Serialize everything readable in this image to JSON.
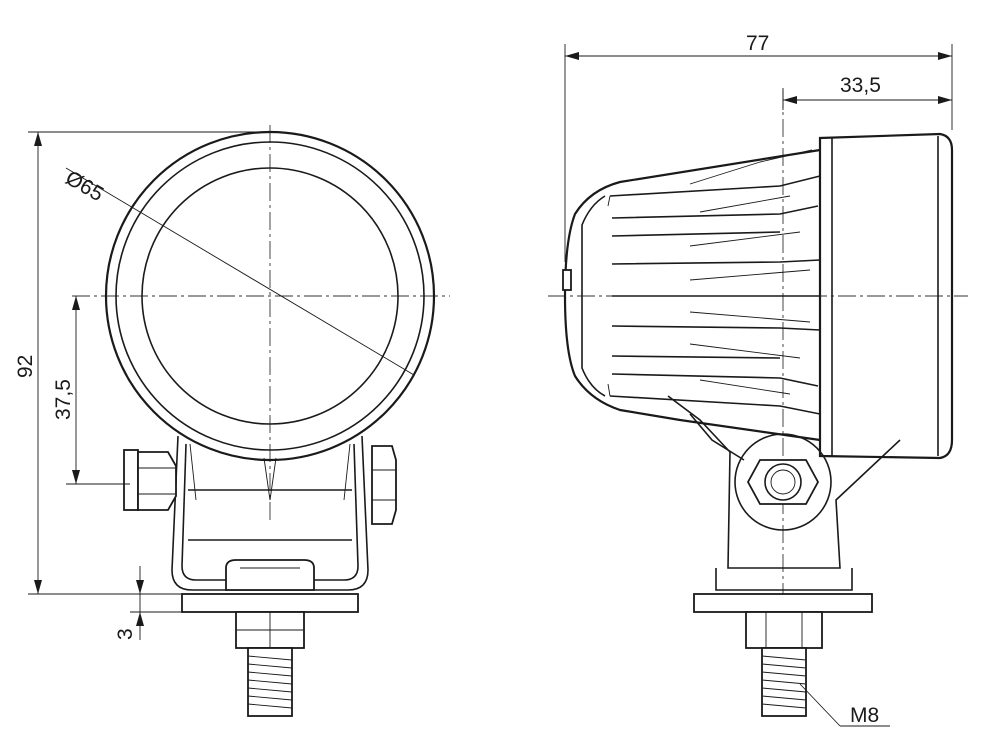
{
  "dimensions": {
    "overall_length": "77",
    "front_to_mount": "33,5",
    "diameter": "65",
    "diameter_symbol": "Ø",
    "overall_height": "92",
    "mount_height": "37,5",
    "plate_thickness": "3",
    "thread": "M8"
  },
  "colors": {
    "line": "#1a1a1a",
    "background": "#ffffff"
  }
}
